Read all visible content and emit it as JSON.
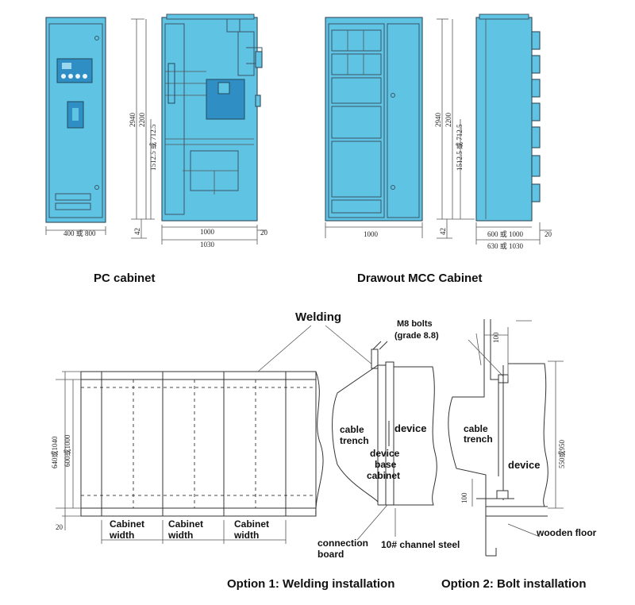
{
  "top_labels": {
    "pc_cabinet": "PC cabinet",
    "mcc_cabinet": "Drawout MCC Cabinet"
  },
  "top_dims": {
    "h2940": "2940",
    "h2200": "2200",
    "h1512": "1512.5 或 712.5",
    "h42": "42",
    "w_pc": "400 或 800",
    "w1000": "1000",
    "w1030": "1030",
    "w20": "20",
    "w1000_mcc": "1000",
    "w600": "600 或 1000",
    "w630": "630 或 1030",
    "w20_mcc": "20"
  },
  "bottom_labels": {
    "welding": "Welding",
    "m8_bolts": "M8 bolts",
    "grade": "(grade 8.8)",
    "cable": "cable",
    "trench": "trench",
    "device": "device",
    "device_base_1": "device",
    "device_base_2": "base",
    "device_base_3": "cabinet",
    "cable2": "cable",
    "trench2": "trench",
    "device2": "device",
    "wooden_floor": "wooden floor",
    "channel_steel": "10# channel steel",
    "connection_1": "connection",
    "connection_2": "board",
    "cab_width_1a": "Cabinet",
    "cab_width_1b": "width",
    "cab_width_2a": "Cabinet",
    "cab_width_2b": "width",
    "cab_width_3a": "Cabinet",
    "cab_width_3b": "width",
    "option1": "Option 1: Welding installation",
    "option2": "Option 2: Bolt installation"
  },
  "bottom_dims": {
    "d640": "640或1040",
    "d600": "600或1000",
    "d20": "20",
    "d100a": "100",
    "d100b": "100",
    "d550": "550或950"
  },
  "colors": {
    "cabinet_fill": "#5fc3e4",
    "panel_fill": "#2f8fc4",
    "outline": "#3b5565"
  }
}
